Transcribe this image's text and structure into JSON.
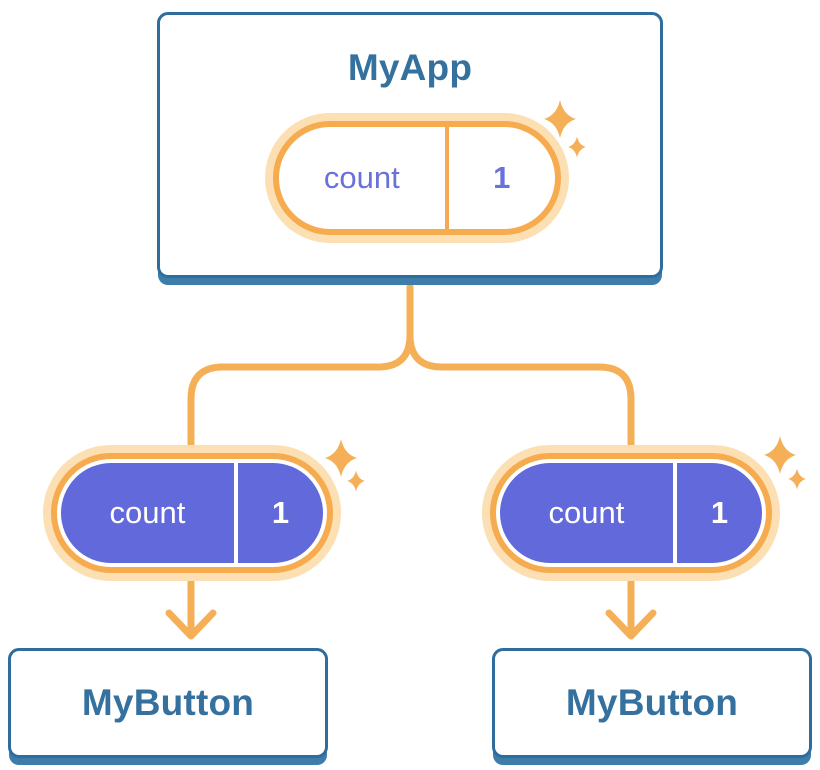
{
  "colors": {
    "background": "#ffffff",
    "card_border": "#2e6d9d",
    "card_shadow": "#3c7da9",
    "title_text": "#35719f",
    "pill_halo": "#fcdfb2",
    "pill_ring": "#f6ab4e",
    "connector": "#f5b057",
    "state_purple": "#6269da",
    "state_text_purple": "#6a70dc",
    "state_text_light": "#ffffff"
  },
  "diagram": {
    "root": {
      "title": "MyApp",
      "state": {
        "name": "count",
        "value": "1"
      }
    },
    "children": [
      {
        "title": "MyButton",
        "state": {
          "name": "count",
          "value": "1"
        }
      },
      {
        "title": "MyButton",
        "state": {
          "name": "count",
          "value": "1"
        }
      }
    ]
  }
}
